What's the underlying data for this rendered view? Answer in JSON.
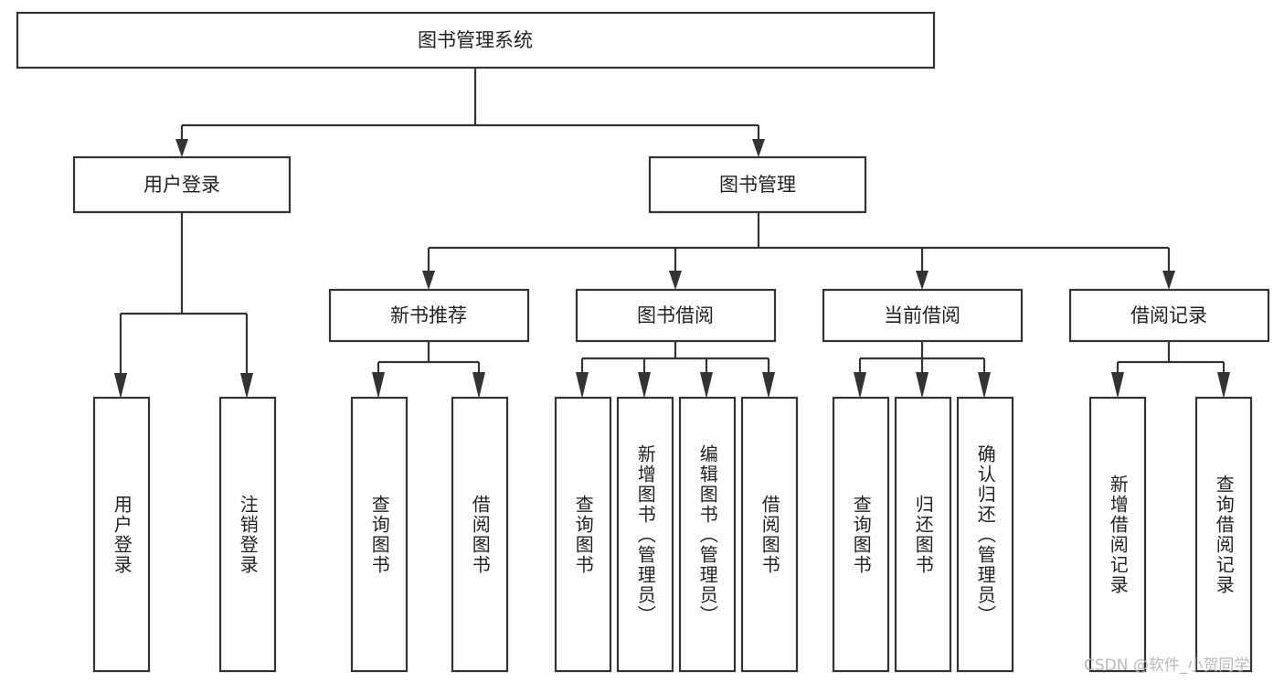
{
  "diagram": {
    "title": "图书管理系统",
    "type": "tree-hierarchy",
    "root": {
      "id": "root",
      "label": "图书管理系统"
    },
    "level2": [
      {
        "id": "user-login",
        "label": "用户登录"
      },
      {
        "id": "book-manage",
        "label": "图书管理"
      }
    ],
    "level3": [
      {
        "id": "new-book-rec",
        "label": "新书推荐",
        "parent": "book-manage"
      },
      {
        "id": "book-borrow",
        "label": "图书借阅",
        "parent": "book-manage"
      },
      {
        "id": "current-borrow",
        "label": "当前借阅",
        "parent": "book-manage"
      },
      {
        "id": "borrow-record",
        "label": "借阅记录",
        "parent": "book-manage"
      }
    ],
    "leaves": {
      "user_login": [
        {
          "id": "leaf-user-login",
          "label": "用户登录"
        },
        {
          "id": "leaf-user-logout",
          "label": "注销登录"
        }
      ],
      "new_book_rec": [
        {
          "id": "leaf-query-book-1",
          "label": "查询图书"
        },
        {
          "id": "leaf-borrow-book-1",
          "label": "借阅图书"
        }
      ],
      "book_borrow": [
        {
          "id": "leaf-query-book-2",
          "label": "查询图书"
        },
        {
          "id": "leaf-add-book",
          "label": "新增图书（管理员）"
        },
        {
          "id": "leaf-edit-book",
          "label": "编辑图书（管理员）"
        },
        {
          "id": "leaf-borrow-book-2",
          "label": "借阅图书"
        }
      ],
      "current_borrow": [
        {
          "id": "leaf-query-book-3",
          "label": "查询图书"
        },
        {
          "id": "leaf-return-book",
          "label": "归还图书"
        },
        {
          "id": "leaf-confirm-return",
          "label": "确认归还（管理员）"
        }
      ],
      "borrow_record": [
        {
          "id": "leaf-add-record",
          "label": "新增借阅记录"
        },
        {
          "id": "leaf-query-record",
          "label": "查询借阅记录"
        }
      ]
    }
  },
  "watermark": {
    "text": "CSDN @软件_小贺同学"
  },
  "colors": {
    "stroke": "#333333",
    "box_fill": "#ffffff",
    "text": "#222222",
    "watermark": "#b9b9b9",
    "background": "#ffffff"
  }
}
